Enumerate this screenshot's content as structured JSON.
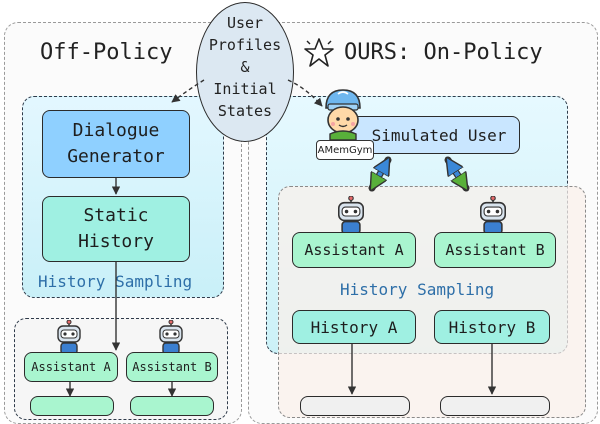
{
  "left": {
    "title": "Off-Policy",
    "dialogue_generator": "Dialogue\nGenerator",
    "static_history": "Static\nHistory",
    "history_sampling": "History Sampling",
    "assistant_a": "Assistant A",
    "assistant_b": "Assistant B"
  },
  "center": {
    "user_profiles": "User\nProfiles\n&\nInitial\nStates"
  },
  "right": {
    "title": "OURS: On-Policy",
    "simulated_user": "Simulated User",
    "badge": "AMemGym",
    "assistant_a": "Assistant A",
    "assistant_b": "Assistant B",
    "history_sampling": "History Sampling",
    "history_a": "History A",
    "history_b": "History B"
  },
  "colors": {
    "blue_box": "#8fd0ff",
    "teal_box": "#9ff0e2",
    "green_box": "#a9f5cf",
    "ellipse": "#dce8f2",
    "history_sampling_text": "#2e6fa8",
    "exchange_arrow_blue": "#3a88d8",
    "exchange_arrow_green": "#58b03a"
  }
}
